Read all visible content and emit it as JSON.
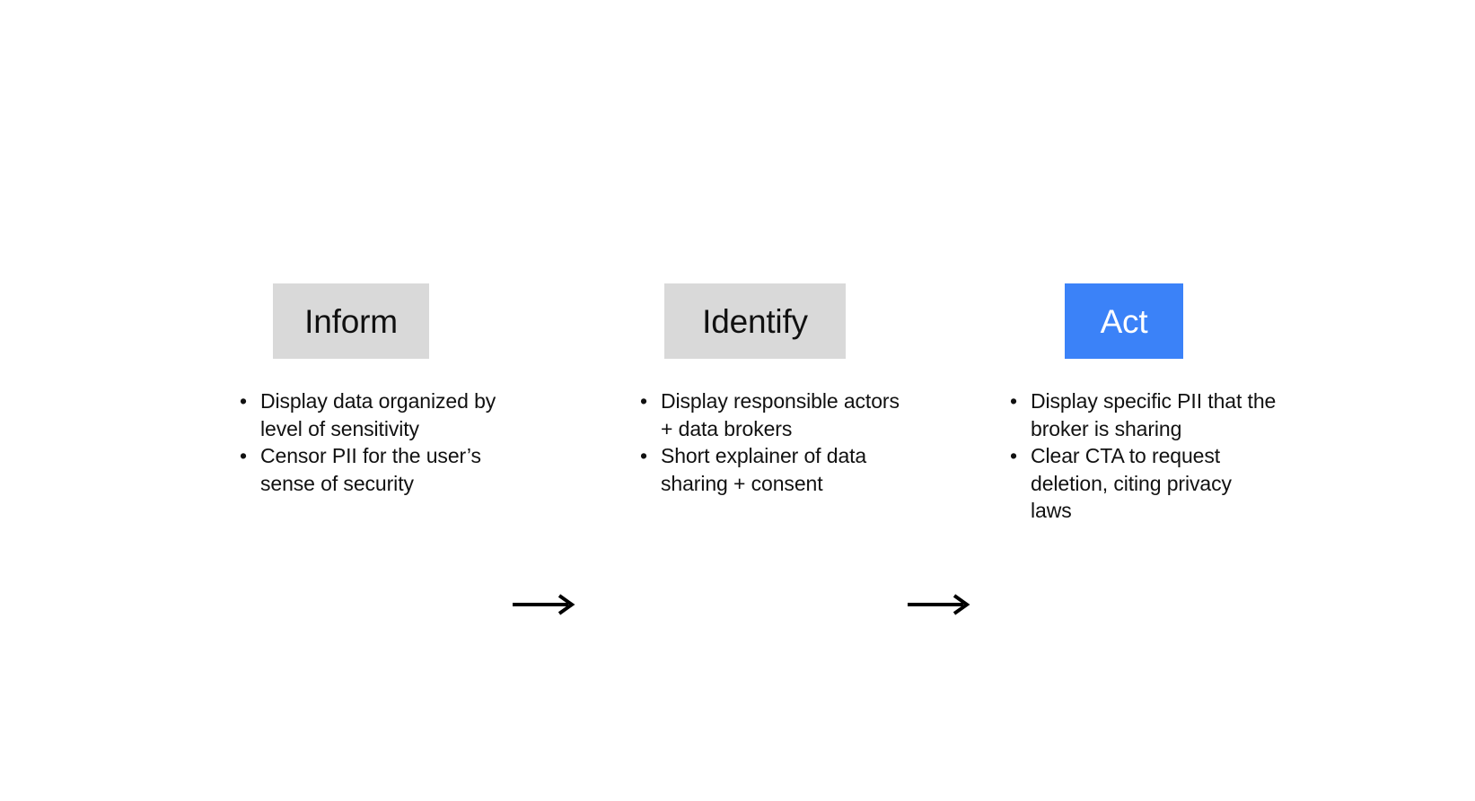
{
  "diagram": {
    "type": "three-stage-horizontal-flow",
    "stages": [
      {
        "id": "inform",
        "label": "Inform",
        "box_color": "#d9d9d9",
        "text_color": "#111111",
        "bullets": [
          "Display data organized by level of sensitivity",
          "Censor PII for the user’s sense of security"
        ]
      },
      {
        "id": "identify",
        "label": "Identify",
        "box_color": "#d9d9d9",
        "text_color": "#111111",
        "bullets": [
          "Display responsible actors + data brokers",
          "Short explainer of data sharing + consent"
        ]
      },
      {
        "id": "act",
        "label": "Act",
        "box_color": "#3b82f8",
        "text_color": "#ffffff",
        "bullets": [
          "Display specific PII that the broker is sharing",
          "Clear CTA to request deletion, citing privacy laws"
        ]
      }
    ],
    "connectors": [
      {
        "id": "arrow-inform-to-identify",
        "glyph": "long-right-arrow"
      },
      {
        "id": "arrow-identify-to-act",
        "glyph": "long-right-arrow"
      }
    ],
    "bullet_marker": "•",
    "background_color": "#ffffff"
  }
}
